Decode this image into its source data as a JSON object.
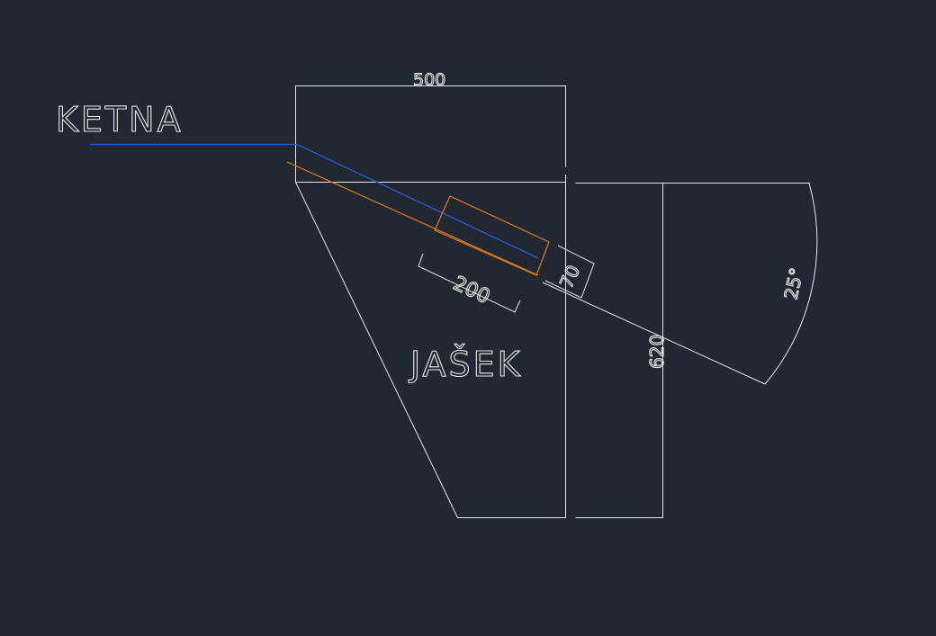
{
  "labels": {
    "ketna": "KETNA",
    "jasek": "JAŠEK"
  },
  "dimensions": {
    "top_width": "500",
    "box_length": "200",
    "box_height": "70",
    "right_height": "620",
    "angle": "25°"
  },
  "colors": {
    "background": "#222831",
    "geometry": "#e6e6e6",
    "ketna_line": "#2a5bd7",
    "box": "#e07a1f"
  }
}
